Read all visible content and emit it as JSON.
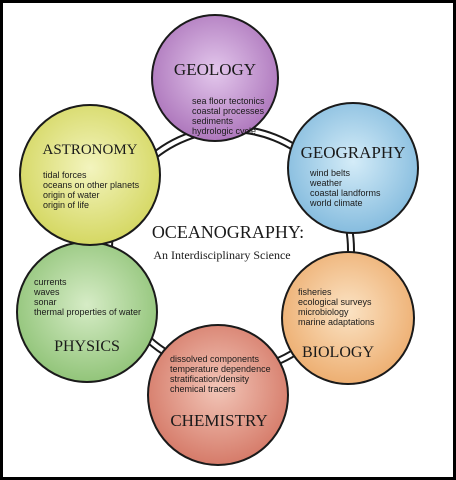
{
  "center": {
    "title": "OCEANOGRAPHY:",
    "subtitle": "An Interdisciplinary Science"
  },
  "disciplines": [
    {
      "key": "geology",
      "name": "GEOLOGY",
      "color": "#b98ac4",
      "items": [
        "sea floor tectonics",
        "coastal processes",
        "sediments",
        "hydrologic cycle"
      ]
    },
    {
      "key": "geography",
      "name": "GEOGRAPHY",
      "color": "#9ccbe6",
      "items": [
        "wind belts",
        "weather",
        "coastal landforms",
        "world climate"
      ]
    },
    {
      "key": "biology",
      "name": "BIOLOGY",
      "color": "#f0c08c",
      "items": [
        "fisheries",
        "ecological surveys",
        "microbiology",
        "marine adaptations"
      ]
    },
    {
      "key": "chemistry",
      "name": "CHEMISTRY",
      "color": "#dd8e7e",
      "items": [
        "dissolved components",
        "temperature dependence",
        "stratification/density",
        "chemical tracers"
      ]
    },
    {
      "key": "physics",
      "name": "PHYSICS",
      "color": "#a5cf90",
      "items": [
        "currents",
        "waves",
        "sonar",
        "thermal properties of water"
      ]
    },
    {
      "key": "astronomy",
      "name": "ASTRONOMY",
      "color": "#dfe27a",
      "items": [
        "tidal forces",
        "oceans on other planets",
        "origin of water",
        "origin of life"
      ]
    }
  ]
}
